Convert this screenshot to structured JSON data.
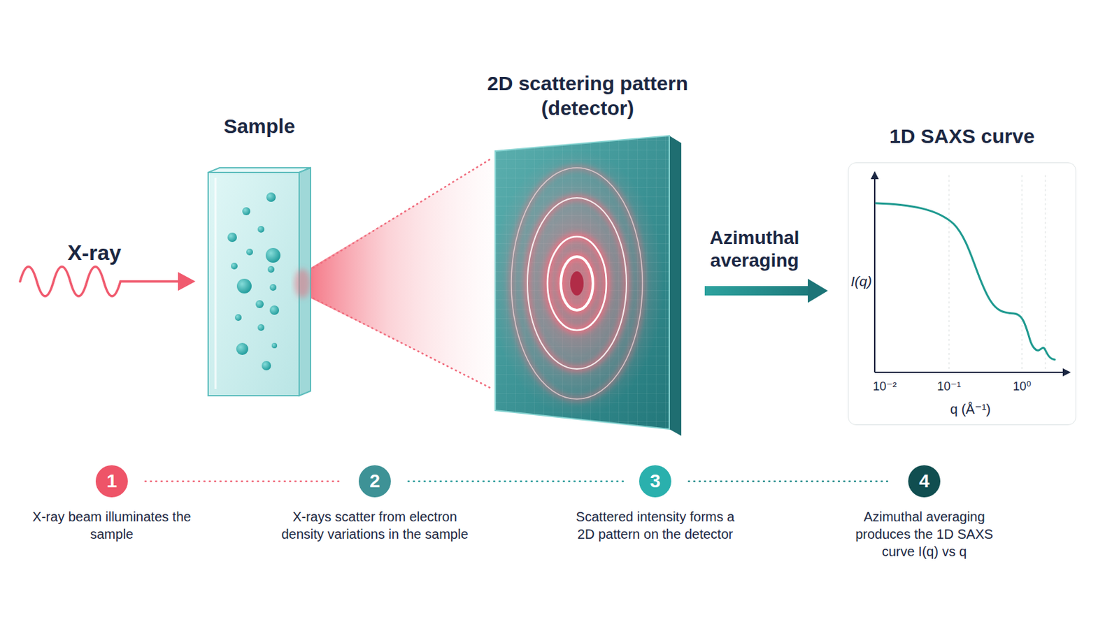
{
  "diagram": {
    "nodes": [
      {
        "text": [
          "Sample"
        ]
      },
      {
        "text": [
          "2D scattering pattern (detector)"
        ]
      },
      {
        "text": [
          "1D SAXS curve"
        ]
      },
      {
        "text": [
          "1",
          "X-ray beam illuminates the sample"
        ]
      },
      {
        "text": [
          "2",
          "X-rays scatter from electron density variations in the sample"
        ]
      },
      {
        "text": [
          "3",
          "Scattered intensity forms a 2D pattern on the detector"
        ]
      },
      {
        "text": [
          "4",
          "Azimuthal averaging produces the 1D SAXS curve I(q) vs q"
        ]
      }
    ],
    "edges": [
      {
        "from": 1,
        "to": 2,
        "label": "Azimuthal averaging",
        "arrow": "to"
      },
      {
        "from": 3,
        "to": 4,
        "arrow": "none"
      },
      {
        "from": 4,
        "to": 5,
        "arrow": "none"
      },
      {
        "from": 5,
        "to": 6,
        "arrow": "none"
      }
    ],
    "labels": [
      "X-ray",
      "I(q)",
      "10⁻²",
      "10⁻¹",
      "10⁰",
      "q (Å⁻¹)"
    ]
  }
}
